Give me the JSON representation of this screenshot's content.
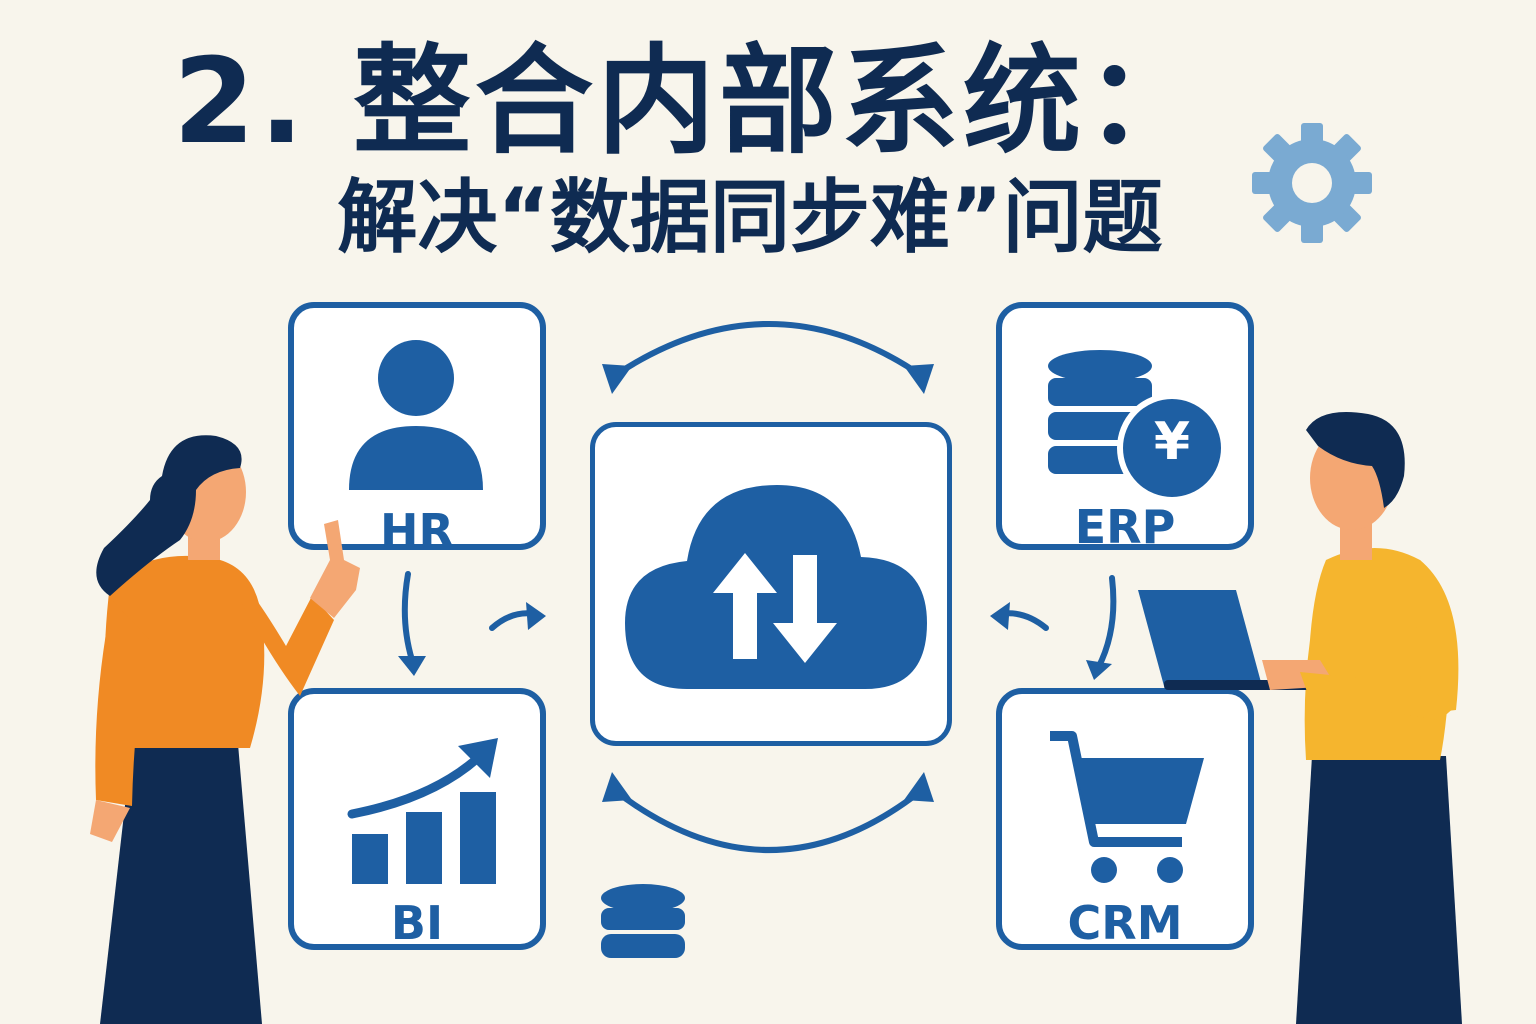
{
  "title": "2. 整合内部系统：",
  "subtitle": "解决“数据同步难”问题",
  "cards": {
    "hr": "HR",
    "erp": "ERP",
    "bi": "BI",
    "crm": "CRM"
  },
  "erp_currency_symbol": "¥",
  "colors": {
    "primary_blue": "#1e5fa3",
    "navy": "#0f2b52",
    "gear": "#7aaad2",
    "orange": "#f08a24",
    "yellow": "#f5b52e",
    "background": "#f8f5ec"
  }
}
